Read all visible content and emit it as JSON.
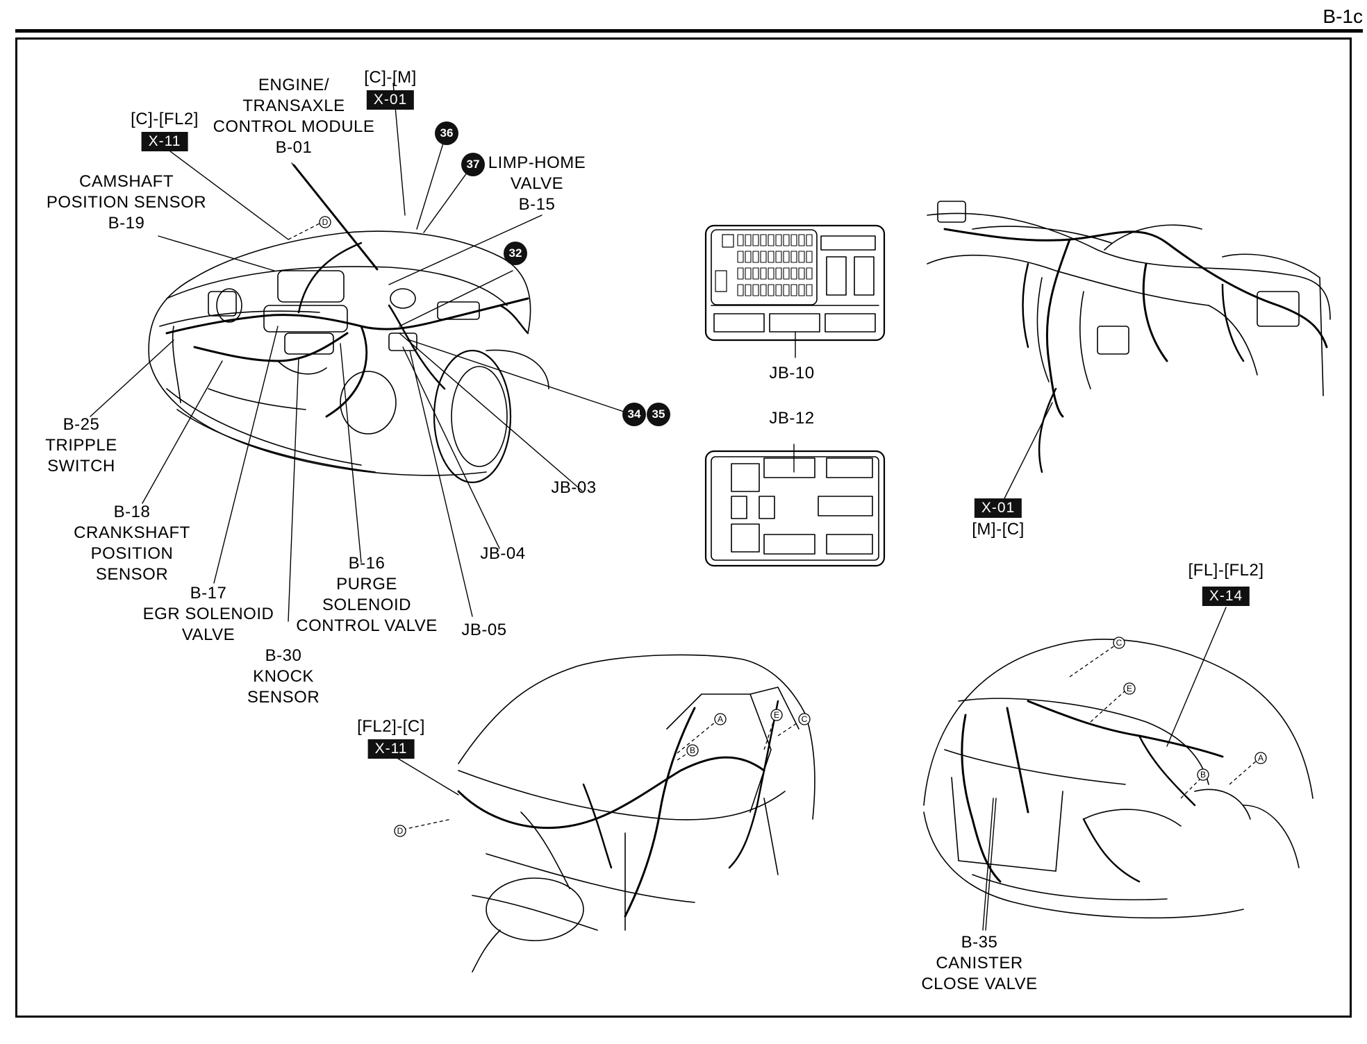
{
  "page_code": "B-1c",
  "engine_labels": {
    "c_fl2": "[C]-[FL2]",
    "x11_top": "X-11",
    "c_m": "[C]-[M]",
    "x01_top": "X-01",
    "b01": "ENGINE/\nTRANSAXLE\nCONTROL MODULE\nB-01",
    "b19": "CAMSHAFT\nPOSITION SENSOR\nB-19",
    "b15": "LIMP-HOME\nVALVE\nB-15",
    "b25": "B-25\nTRIPPLE\nSWITCH",
    "b18": "B-18\nCRANKSHAFT\nPOSITION\nSENSOR",
    "b17": "B-17\nEGR SOLENOID\nVALVE",
    "b30": "B-30\nKNOCK\nSENSOR",
    "b16": "B-16\nPURGE\nSOLENOID\nCONTROL VALVE",
    "jb05": "JB-05",
    "jb04": "JB-04",
    "jb03": "JB-03"
  },
  "circles": {
    "c36": "36",
    "c37": "37",
    "c32": "32",
    "c34": "34",
    "c35": "35"
  },
  "junction_boxes": {
    "jb10": "JB-10",
    "jb12": "JB-12"
  },
  "dash_labels": {
    "x01": "X-01",
    "m_c": "[M]-[C]"
  },
  "rear_labels": {
    "fl_fl2": "[FL]-[FL2]",
    "x14": "X-14",
    "b35": "B-35\nCANISTER\nCLOSE VALVE"
  },
  "side_labels": {
    "fl2_c": "[FL2]-[C]",
    "x11": "X-11"
  },
  "letter_markers": {
    "a": "A",
    "b": "B",
    "c": "C",
    "d": "D",
    "e": "E"
  }
}
